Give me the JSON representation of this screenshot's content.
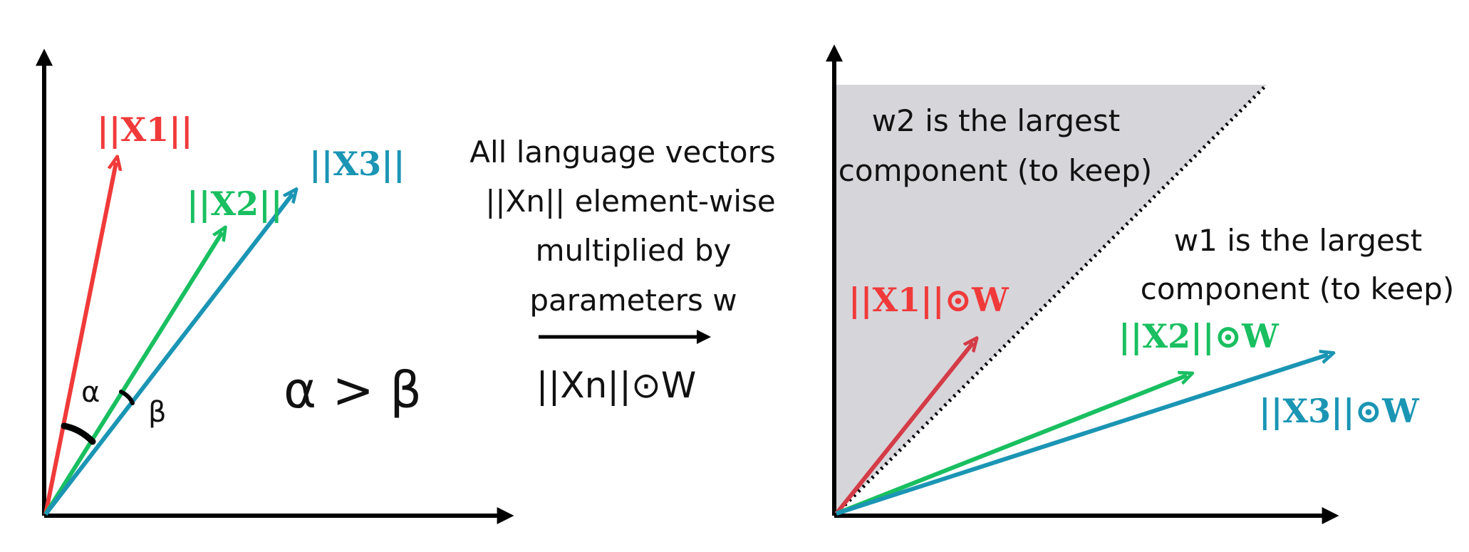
{
  "colors": {
    "red": "#f03a3a",
    "dark_red": "#d43c47",
    "green": "#19bf60",
    "teal": "#1b95b4",
    "axis": "#000000",
    "shade": "#d6d5da",
    "text": "#111111"
  },
  "left_panel": {
    "labels": {
      "x1": "||X1||",
      "x2": "||X2||",
      "x3": "||X3||",
      "alpha": "α",
      "beta": "β",
      "inequality": "α > β"
    }
  },
  "middle": {
    "lines": [
      "All language vectors",
      "||Xn|| element-wise",
      "multiplied by",
      "parameters w"
    ],
    "formula": "||Xn||⊙W"
  },
  "right_panel": {
    "region_upper_lines": [
      "w2 is the largest",
      "component (to keep)"
    ],
    "region_lower_lines": [
      "w1 is the largest",
      "component (to keep)"
    ],
    "labels": {
      "x1w": "||X1||⊙W",
      "x2w": "||X2||⊙W",
      "x3w": "||X3||⊙W"
    }
  }
}
